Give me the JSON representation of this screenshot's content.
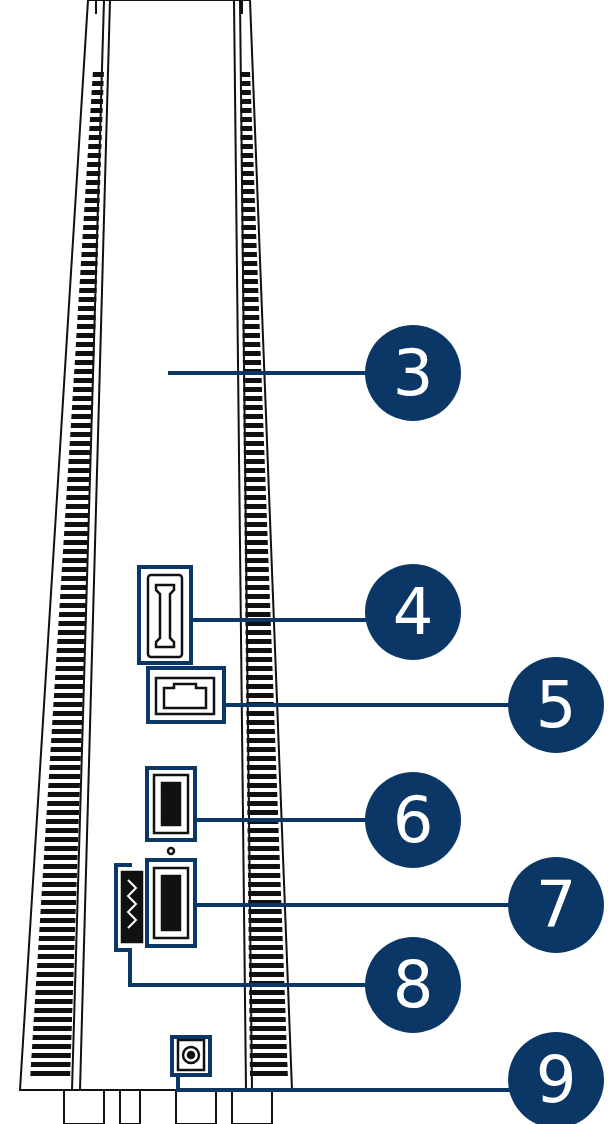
{
  "diagram": {
    "labels": [
      "3",
      "4",
      "5",
      "6",
      "7",
      "8",
      "9"
    ]
  }
}
